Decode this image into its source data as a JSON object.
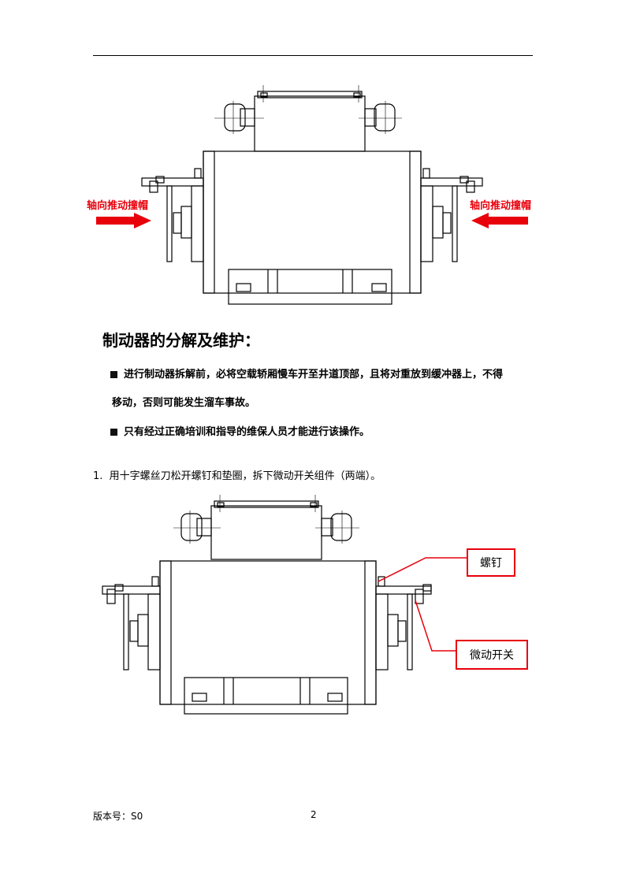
{
  "figure1": {
    "label_left": "轴向推动撞帽",
    "label_right": "轴向推动撞帽"
  },
  "section": {
    "heading": "制动器的分解及维护：",
    "bullets": [
      {
        "line1": "进行制动器拆解前，必将空载轿厢慢车开至井道顶部，且将对重放到缓冲器上，不得",
        "line2": "移动，否则可能发生溜车事故。"
      },
      {
        "line1": "只有经过正确培训和指导的维保人员才能进行该操作。"
      }
    ]
  },
  "step1": {
    "number": "1.",
    "text": "用十字螺丝刀松开螺钉和垫圈，拆下微动开关组件（两端）。"
  },
  "figure2": {
    "callout_screw": "螺钉",
    "callout_switch": "微动开关"
  },
  "footer": {
    "version_label": "版本号：S0",
    "page_number": "2"
  },
  "colors": {
    "accent_red": "#e8000b"
  }
}
